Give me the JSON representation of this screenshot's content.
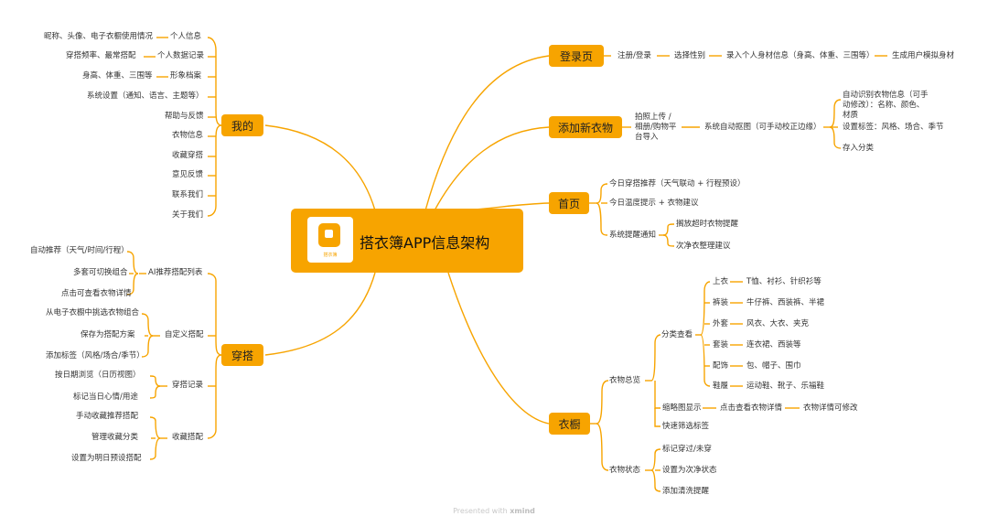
{
  "central": {
    "title": "搭衣簿APP信息架构",
    "logo_caption": "搭衣簿"
  },
  "branches": {
    "mine": "我的",
    "outfit": "穿搭",
    "login": "登录页",
    "add": "添加新衣物",
    "home": "首页",
    "wardrobe": "衣橱"
  },
  "mine": {
    "personal": "个人信息",
    "personal_detail": "昵称、头像、电子衣橱使用情况",
    "data": "个人数据记录",
    "data_detail": "穿搭频率、最常搭配",
    "image": "形象档案",
    "image_detail": "身高、体重、三围等",
    "settings": "系统设置（通知、语言、主题等）",
    "help": "帮助与反馈",
    "clothes_info": "衣物信息",
    "fav_outfits": "收藏穿搭",
    "feedback": "意见反馈",
    "contact": "联系我们",
    "about": "关于我们"
  },
  "outfit": {
    "ai": "AI推荐搭配列表",
    "ai_1": "自动推荐（天气/时间/行程）",
    "ai_2": "多套可切换组合",
    "ai_3": "点击可查看衣物详情",
    "custom": "自定义搭配",
    "custom_1": "从电子衣橱中挑选衣物组合",
    "custom_2": "保存为搭配方案",
    "custom_3": "添加标签（风格/场合/季节）",
    "record": "穿搭记录",
    "record_1": "按日期浏览（日历视图）",
    "record_2": "标记当日心情/用途",
    "fav": "收藏搭配",
    "fav_1": "手动收藏推荐搭配",
    "fav_2": "管理收藏分类",
    "fav_3": "设置为明日预设搭配"
  },
  "login": {
    "steps": [
      "注册/登录",
      "选择性别",
      "录入个人身材信息（身高、体重、三围等）",
      "生成用户模拟身材"
    ]
  },
  "add": {
    "upload": "拍照上传 / 相册/购物平台导入",
    "cutout": "系统自动抠图（可手动校正边缘）",
    "recognize": "自动识别衣物信息（可手动修改）：名称、颜色、材质",
    "tags": "设置标签：风格、场合、季节",
    "save": "存入分类"
  },
  "home": {
    "recommend": "今日穿搭推荐（天气联动 + 行程预设）",
    "temp": "今日温度提示 + 衣物建议",
    "notify": "系统提醒通知",
    "notify_1": "搁放超时衣物提醒",
    "notify_2": "次净衣整理建议"
  },
  "wardrobe": {
    "overview": "衣物总览",
    "category_view": "分类查看",
    "categories": [
      {
        "name": "上衣",
        "items": "T恤、衬衫、针织衫等"
      },
      {
        "name": "裤装",
        "items": "牛仔裤、西装裤、半裙"
      },
      {
        "name": "外套",
        "items": "风衣、大衣、夹克"
      },
      {
        "name": "套装",
        "items": "连衣裙、西装等"
      },
      {
        "name": "配饰",
        "items": "包、帽子、围巾"
      },
      {
        "name": "鞋履",
        "items": "运动鞋、靴子、乐福鞋"
      }
    ],
    "thumb": "缩略图显示",
    "thumb_click": "点击查看衣物详情",
    "thumb_edit": "衣物详情可修改",
    "quick": "快速筛选标签",
    "status": "衣物状态",
    "status_1": "标记穿过/未穿",
    "status_2": "设置为次净状态",
    "status_3": "添加清洗提醒"
  },
  "footer": {
    "presented": "Presented with",
    "brand": "xmind"
  }
}
